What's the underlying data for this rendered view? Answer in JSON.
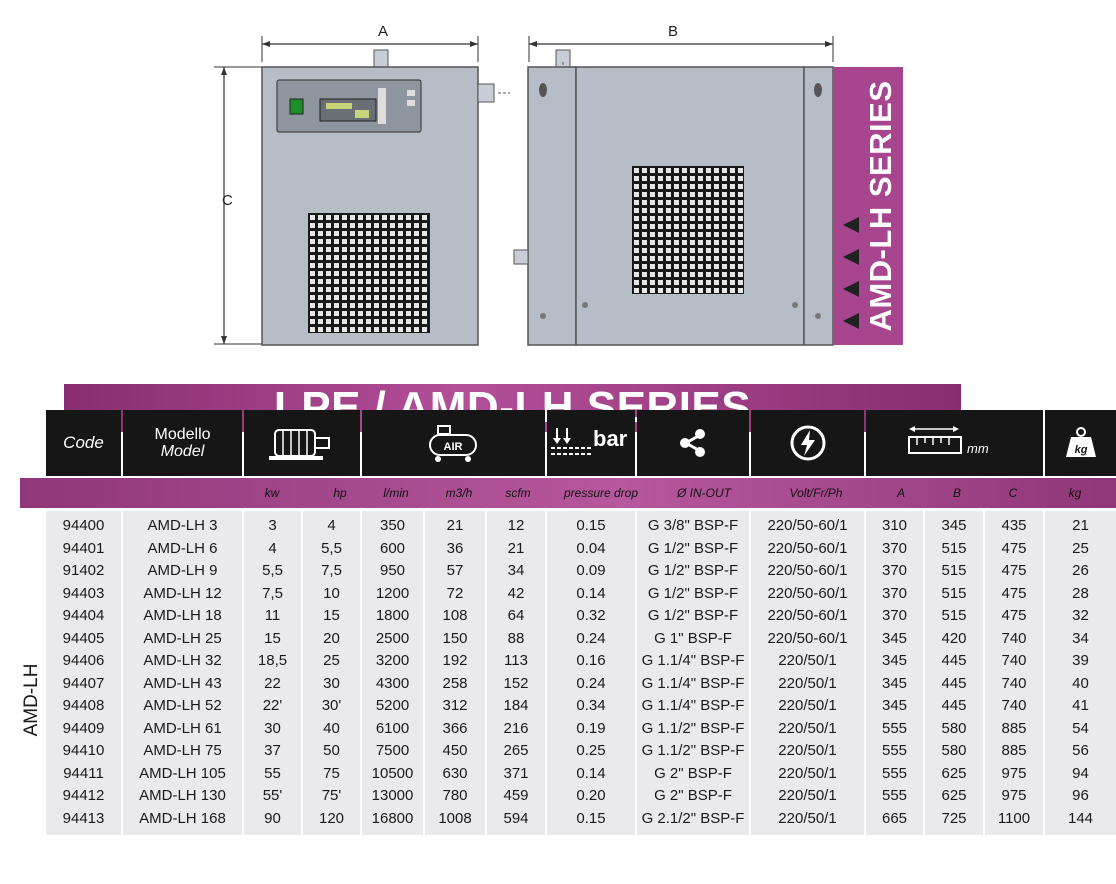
{
  "drawing": {
    "dim_a": "A",
    "dim_b": "B",
    "dim_c": "C",
    "side_tag": "AMD-LH SERIES"
  },
  "banner": {
    "title": "LPE / AMD-LH SERIES"
  },
  "header": {
    "code": "Code",
    "model_it": "Modello",
    "model_en": "Model",
    "motor_icon": "motor-icon",
    "air_icon": "air-compressor-icon",
    "air_label": "AIR",
    "pressure_icon": "pressure-drop-icon",
    "bar_label": "bar",
    "connection_icon": "share-connection-icon",
    "power_icon": "electric-power-icon",
    "dimension_icon": "ruler-dimension-icon",
    "mm_label": "mm",
    "weight_icon": "weight-icon",
    "kg_label": "kg"
  },
  "units": [
    "kw",
    "hp",
    "l/min",
    "m3/h",
    "scfm",
    "pressure drop",
    "Ø IN-OUT",
    "Volt/Fr/Ph",
    "A",
    "B",
    "C",
    "kg"
  ],
  "series_label": "AMD-LH",
  "rows": [
    [
      "94400",
      "AMD-LH 3",
      "3",
      "4",
      "350",
      "21",
      "12",
      "0.15",
      "G 3/8\" BSP-F",
      "220/50-60/1",
      "310",
      "345",
      "435",
      "21"
    ],
    [
      "94401",
      "AMD-LH 6",
      "4",
      "5,5",
      "600",
      "36",
      "21",
      "0.04",
      "G 1/2\" BSP-F",
      "220/50-60/1",
      "370",
      "515",
      "475",
      "25"
    ],
    [
      "91402",
      "AMD-LH 9",
      "5,5",
      "7,5",
      "950",
      "57",
      "34",
      "0.09",
      "G 1/2\" BSP-F",
      "220/50-60/1",
      "370",
      "515",
      "475",
      "26"
    ],
    [
      "94403",
      "AMD-LH 12",
      "7,5",
      "10",
      "1200",
      "72",
      "42",
      "0.14",
      "G 1/2\" BSP-F",
      "220/50-60/1",
      "370",
      "515",
      "475",
      "28"
    ],
    [
      "94404",
      "AMD-LH 18",
      "11",
      "15",
      "1800",
      "108",
      "64",
      "0.32",
      "G 1/2\" BSP-F",
      "220/50-60/1",
      "370",
      "515",
      "475",
      "32"
    ],
    [
      "94405",
      "AMD-LH 25",
      "15",
      "20",
      "2500",
      "150",
      "88",
      "0.24",
      "G 1\" BSP-F",
      "220/50-60/1",
      "345",
      "420",
      "740",
      "34"
    ],
    [
      "94406",
      "AMD-LH 32",
      "18,5",
      "25",
      "3200",
      "192",
      "113",
      "0.16",
      "G 1.1/4\" BSP-F",
      "220/50/1",
      "345",
      "445",
      "740",
      "39"
    ],
    [
      "94407",
      "AMD-LH 43",
      "22",
      "30",
      "4300",
      "258",
      "152",
      "0.24",
      "G 1.1/4\" BSP-F",
      "220/50/1",
      "345",
      "445",
      "740",
      "40"
    ],
    [
      "94408",
      "AMD-LH 52",
      "22'",
      "30'",
      "5200",
      "312",
      "184",
      "0.34",
      "G 1.1/4\" BSP-F",
      "220/50/1",
      "345",
      "445",
      "740",
      "41"
    ],
    [
      "94409",
      "AMD-LH 61",
      "30",
      "40",
      "6100",
      "366",
      "216",
      "0.19",
      "G 1.1/2\" BSP-F",
      "220/50/1",
      "555",
      "580",
      "885",
      "54"
    ],
    [
      "94410",
      "AMD-LH 75",
      "37",
      "50",
      "7500",
      "450",
      "265",
      "0.25",
      "G 1.1/2\" BSP-F",
      "220/50/1",
      "555",
      "580",
      "885",
      "56"
    ],
    [
      "94411",
      "AMD-LH 105",
      "55",
      "75",
      "10500",
      "630",
      "371",
      "0.14",
      "G 2\" BSP-F",
      "220/50/1",
      "555",
      "625",
      "975",
      "94"
    ],
    [
      "94412",
      "AMD-LH 130",
      "55'",
      "75'",
      "13000",
      "780",
      "459",
      "0.20",
      "G 2\" BSP-F",
      "220/50/1",
      "555",
      "625",
      "975",
      "96"
    ],
    [
      "94413",
      "AMD-LH 168",
      "90",
      "120",
      "16800",
      "1008",
      "594",
      "0.15",
      "G 2.1/2\" BSP-F",
      "220/50/1",
      "665",
      "725",
      "1100",
      "144"
    ]
  ]
}
